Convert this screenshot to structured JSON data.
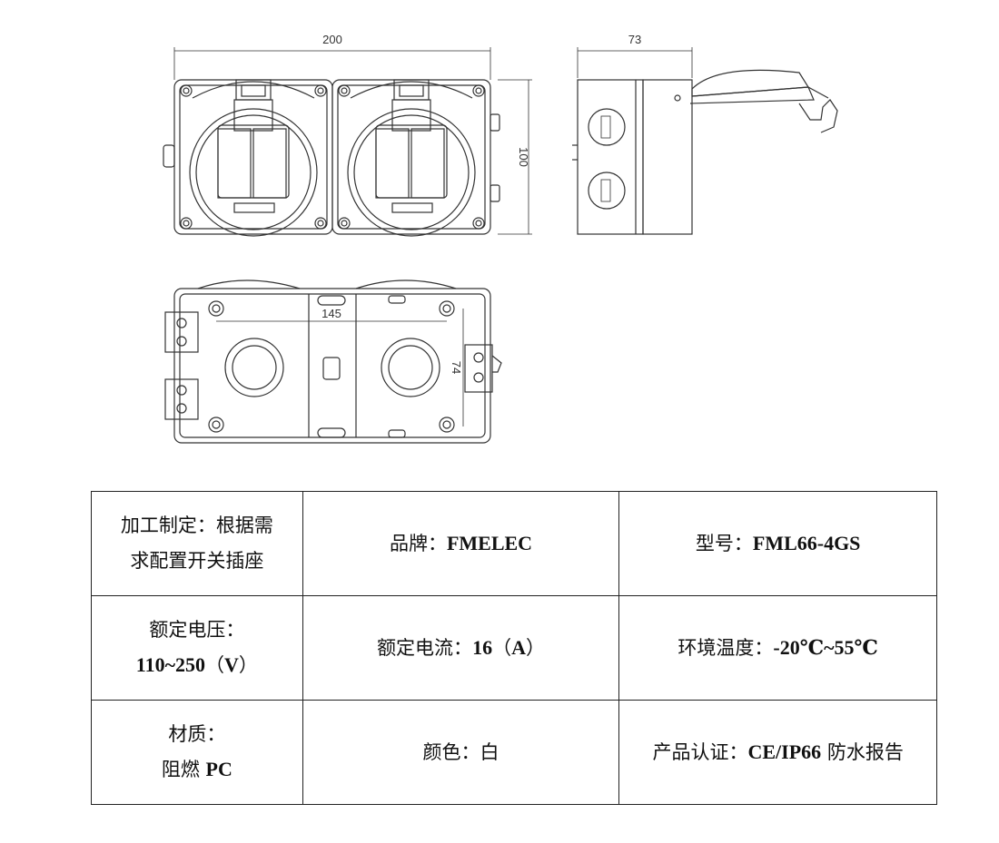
{
  "dimensions": {
    "front_width": "200",
    "front_height": "100",
    "side_depth": "73",
    "back_hole_spacing_h": "145",
    "back_hole_spacing_v": "74"
  },
  "specs": {
    "processing_label": "加工制定：",
    "processing_value_1": "根据需",
    "processing_value_2": "求配置开关插座",
    "brand_label": "品牌：",
    "brand_value": "FMELEC",
    "model_label": "型号：",
    "model_value": "FML66-4GS",
    "voltage_label": "额定电压：",
    "voltage_value": "110~250",
    "voltage_unit_open": "（",
    "voltage_unit": "V",
    "voltage_unit_close": "）",
    "current_label": "额定电流：",
    "current_value": "16",
    "current_unit_open": "（",
    "current_unit": "A",
    "current_unit_close": "）",
    "temp_label": "环境温度：",
    "temp_value": "-20℃~55℃",
    "material_label": "材质：",
    "material_value_1": "阻燃 ",
    "material_value_2": "PC",
    "color_label": "颜色：",
    "color_value": "白",
    "cert_label": "产品认证：",
    "cert_value": "CE/IP66",
    "cert_suffix": " 防水报告"
  }
}
